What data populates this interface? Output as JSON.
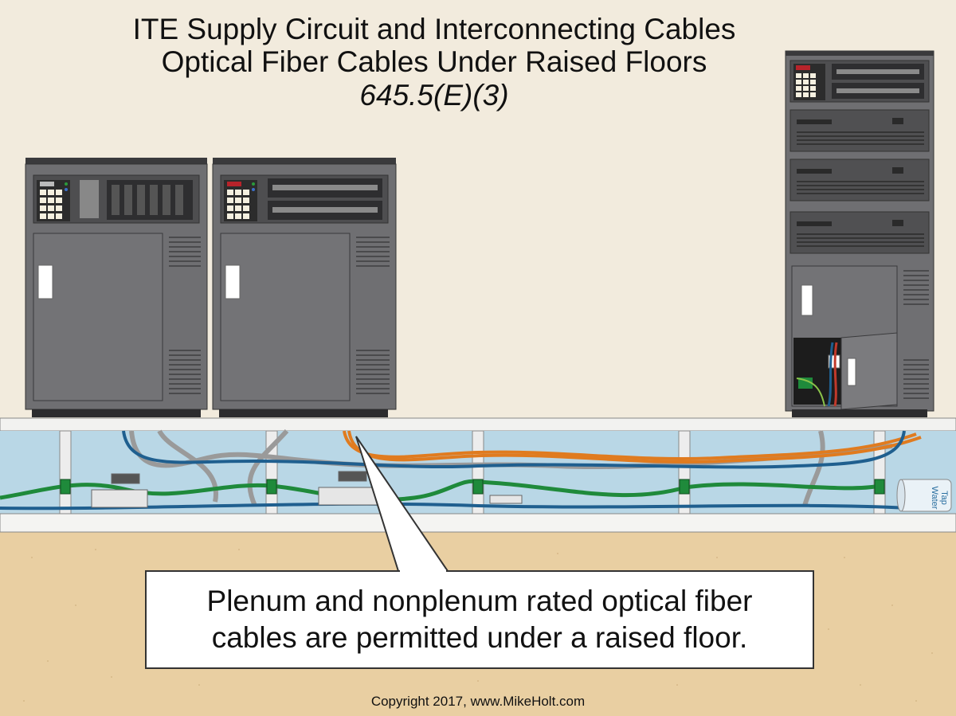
{
  "title": {
    "line1": "ITE Supply Circuit and Interconnecting Cables",
    "line2": "Optical Fiber Cables Under Raised Floors",
    "line3": "645.5(E)(3)"
  },
  "callout": {
    "line1": "Plenum and nonplenum rated optical fiber",
    "line2": "cables are permitted under a raised floor."
  },
  "container_label": {
    "line1": "Tap",
    "line2": "Water"
  },
  "copyright": "Copyright 2017, www.MikeHolt.com",
  "colors": {
    "wall": "#f2ebdd",
    "cabinet": "#6f6f72",
    "cabinet_dark": "#3a3a3c",
    "plenum_space": "#b9d7e6",
    "floor_panel": "#f2f2f0",
    "soil": "#e9cfa2",
    "cable_orange": "#e07b1f",
    "cable_gray": "#9a9a9a",
    "cable_blue": "#1f5f8f",
    "cable_green": "#1f8a3b"
  }
}
